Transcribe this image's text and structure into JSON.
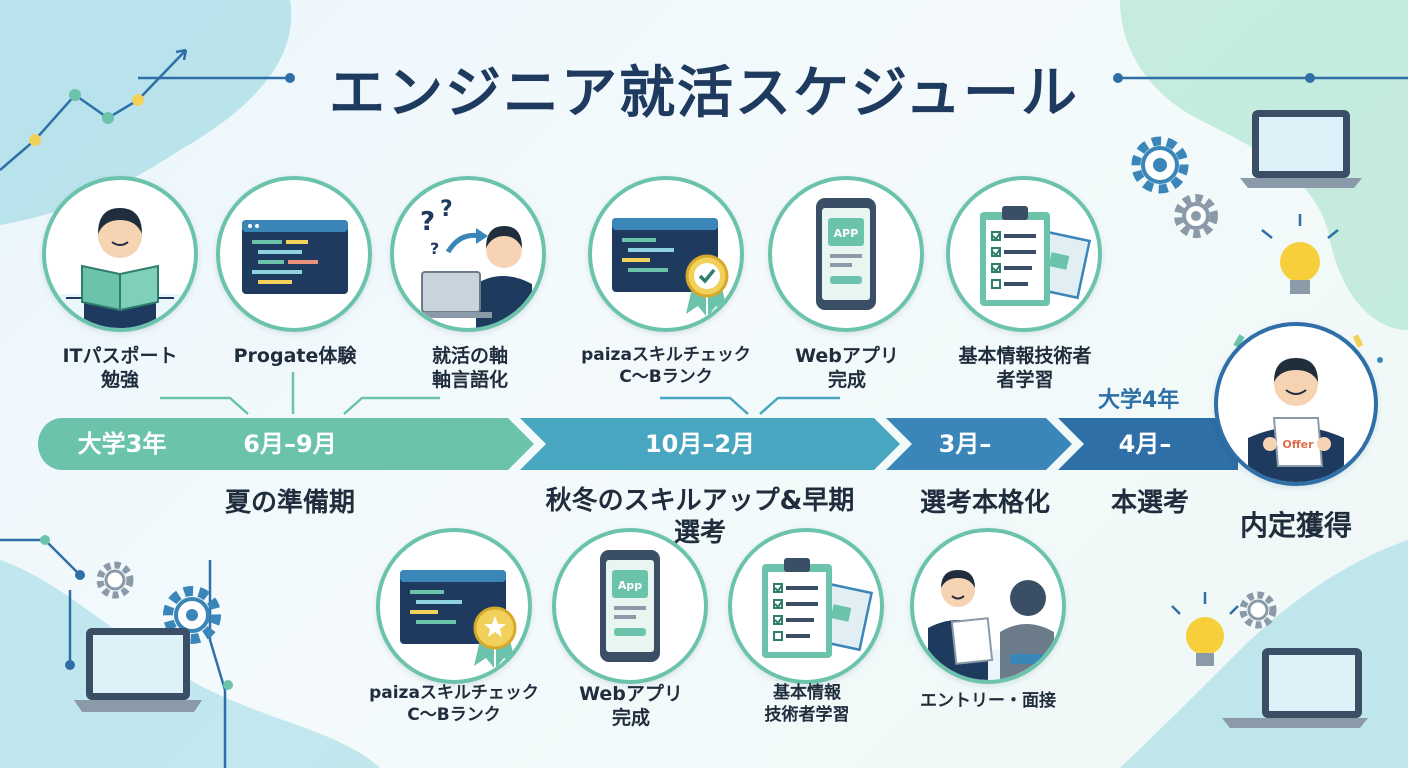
{
  "title": "エンジニア就活スケジュール",
  "timeline": {
    "start_label": "大学3年",
    "segments": [
      {
        "period": "6月–9月",
        "phase": "夏の準備期",
        "color": "#6cc3ac"
      },
      {
        "period": "10月–2月",
        "phase_line1": "秋冬のスキルアップ&早期",
        "phase_line2": "選考",
        "color": "#49a6c0"
      },
      {
        "period": "3月–",
        "phase": "選考本格化",
        "color": "#3a86b8"
      },
      {
        "period": "4月–",
        "phase": "本選考",
        "color": "#2e6fa7"
      }
    ],
    "year4_label": "大学4年",
    "goal": "内定獲得"
  },
  "top_items": [
    {
      "line1": "ITパスポート",
      "line2": "勉強",
      "icon": "student-reading-icon"
    },
    {
      "line1": "Progate体験",
      "line2": "",
      "icon": "code-window-icon"
    },
    {
      "line1": "就活の軸",
      "line2": "軸言語化",
      "icon": "thinking-at-laptop-icon"
    },
    {
      "line1": "paizaスキルチェック",
      "line2": "C〜Bランク",
      "icon": "code-badge-icon"
    },
    {
      "line1": "Webアプリ",
      "line2": "完成",
      "icon": "smartphone-app-icon"
    },
    {
      "line1": "基本情報技術者",
      "line2": "者学習",
      "icon": "clipboard-checklist-icon"
    }
  ],
  "bottom_items": [
    {
      "line1": "paizaスキルチェック",
      "line2": "C〜Bランク",
      "icon": "code-badge-icon"
    },
    {
      "line1": "Webアプリ",
      "line2": "完成",
      "icon": "smartphone-app-icon"
    },
    {
      "line1": "基本情報",
      "line2": "技術者学習",
      "icon": "clipboard-checklist-icon"
    },
    {
      "line1": "エントリー・面接",
      "line2": "",
      "icon": "interview-icon"
    }
  ],
  "icon_text": {
    "app_top": "APP",
    "app_bottom": "App",
    "offer_paper": "Offer"
  },
  "colors": {
    "title": "#1e3a5f",
    "green": "#6cc3ac",
    "teal": "#49a6c0",
    "blue": "#2e6fa7",
    "navy": "#1e3a5f"
  }
}
